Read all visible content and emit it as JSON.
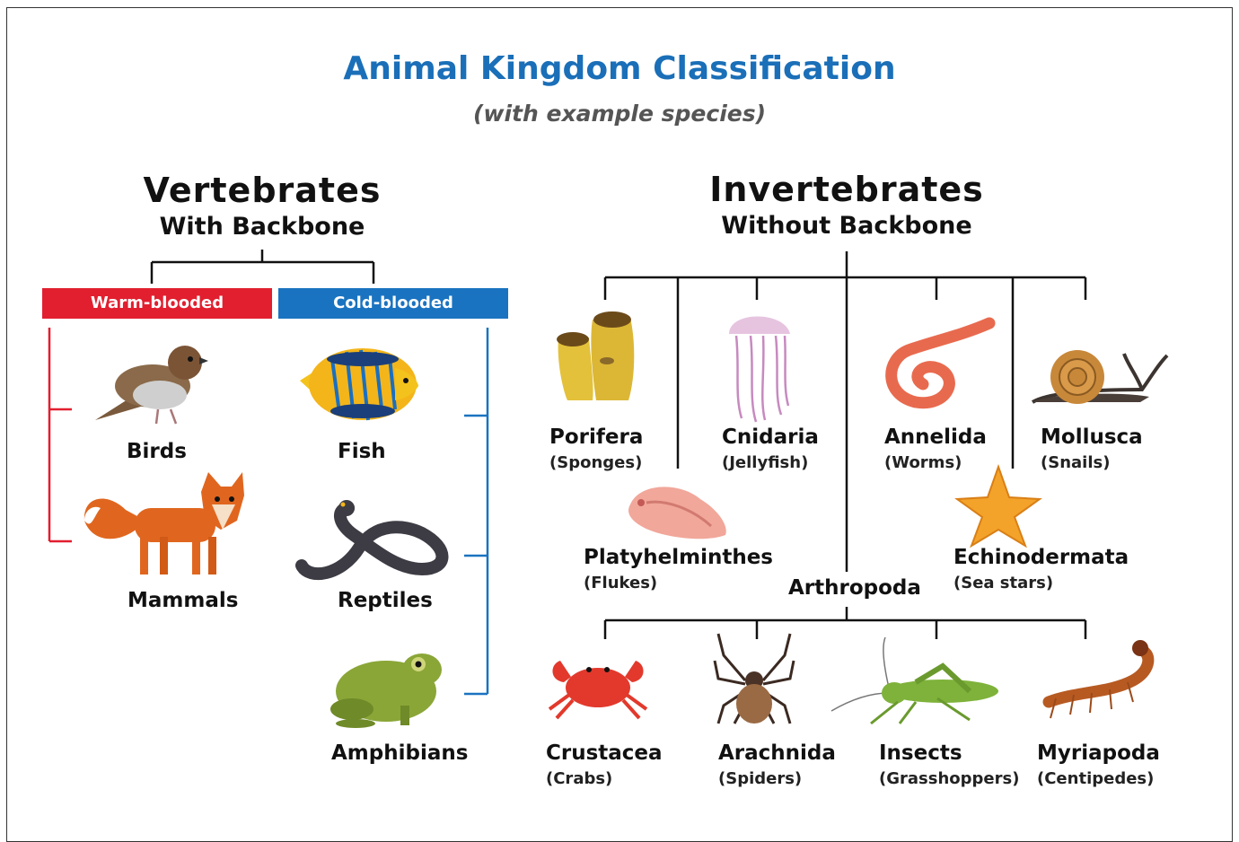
{
  "title": "Animal Kingdom Classification",
  "subtitle": "(with example species)",
  "vertebrates": {
    "heading": "Vertebrates",
    "subheading": "With Backbone",
    "warm_label": "Warm-blooded",
    "cold_label": "Cold-blooded",
    "warm": [
      {
        "name": "Birds",
        "icon": "sparrow-icon"
      },
      {
        "name": "Mammals",
        "icon": "fox-icon"
      }
    ],
    "cold": [
      {
        "name": "Fish",
        "icon": "angelfish-icon"
      },
      {
        "name": "Reptiles",
        "icon": "snake-icon"
      },
      {
        "name": "Amphibians",
        "icon": "frog-icon"
      }
    ]
  },
  "invertebrates": {
    "heading": "Invertebrates",
    "subheading": "Without Backbone",
    "phyla": [
      {
        "name": "Porifera",
        "example": "(Sponges)",
        "icon": "sponge-icon"
      },
      {
        "name": "Platyhelminthes",
        "example": "(Flukes)",
        "icon": "fluke-icon"
      },
      {
        "name": "Cnidaria",
        "example": "(Jellyfish)",
        "icon": "jellyfish-icon"
      },
      {
        "name": "Annelida",
        "example": "(Worms)",
        "icon": "worm-icon"
      },
      {
        "name": "Echinodermata",
        "example": "(Sea stars)",
        "icon": "sea-star-icon"
      },
      {
        "name": "Mollusca",
        "example": "(Snails)",
        "icon": "snail-icon"
      }
    ],
    "arthropoda": {
      "name": "Arthropoda",
      "classes": [
        {
          "name": "Crustacea",
          "example": "(Crabs)",
          "icon": "crab-icon"
        },
        {
          "name": "Arachnida",
          "example": "(Spiders)",
          "icon": "spider-icon"
        },
        {
          "name": "Insects",
          "example": "(Grasshoppers)",
          "icon": "grasshopper-icon"
        },
        {
          "name": "Myriapoda",
          "example": "(Centipedes)",
          "icon": "centipede-icon"
        }
      ]
    }
  },
  "colors": {
    "title": "#1a6fb8",
    "warm": "#e11f2f",
    "cold": "#1a73c0",
    "tree_line": "#111111"
  }
}
